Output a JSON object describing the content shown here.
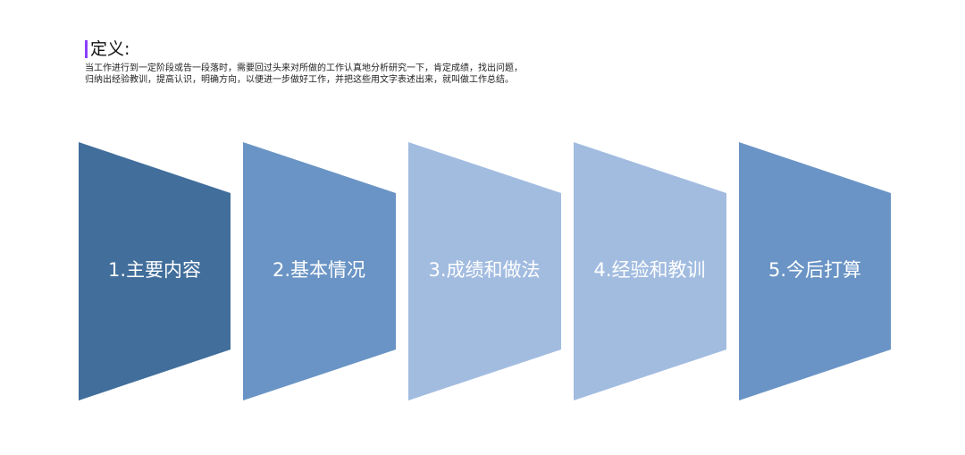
{
  "definition": {
    "title": "定义:",
    "lines": [
      "当工作进行到一定阶段或告一段落时，需要回过头来对所做的工作认真地分析研究一下，肯定成绩，找出问题，",
      "归纳出经验教训，提高认识，明确方向，以便进一步做好工作，并把这些用文字表述出来，就叫做工作总结。"
    ]
  },
  "steps": [
    {
      "label": "1.主要内容",
      "color": "#416e9b"
    },
    {
      "label": "2.基本情况",
      "color": "#6a94c5"
    },
    {
      "label": "3.成绩和做法",
      "color": "#a2bce0"
    },
    {
      "label": "4.经验和教训",
      "color": "#a2bce0"
    },
    {
      "label": "5.今后打算",
      "color": "#6a94c5"
    }
  ],
  "accent_color": "#8a3ffc"
}
